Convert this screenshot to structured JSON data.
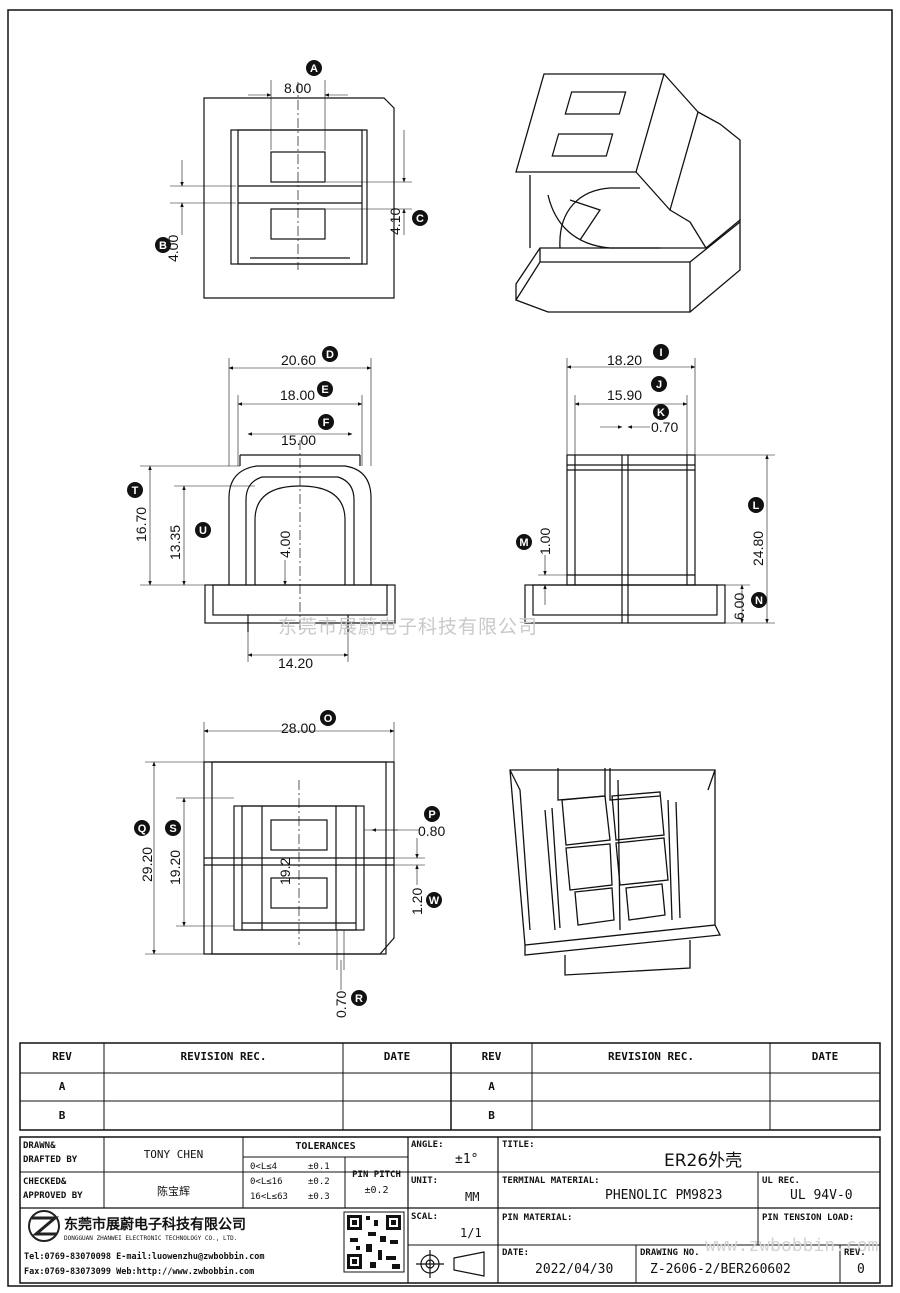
{
  "dims": {
    "A": {
      "id": "A",
      "value": "8.00"
    },
    "B": {
      "id": "B",
      "value": "4.00"
    },
    "C": {
      "id": "C",
      "value": "4.10"
    },
    "D": {
      "id": "D",
      "value": "20.60"
    },
    "E": {
      "id": "E",
      "value": "18.00"
    },
    "F": {
      "id": "F",
      "value": "15.00"
    },
    "T": {
      "id": "T",
      "value": "16.70"
    },
    "U": {
      "id": "U",
      "value": "13.35"
    },
    "center_h": {
      "value": "4.00"
    },
    "bottom_w": {
      "value": "14.20"
    },
    "I": {
      "id": "I",
      "value": "18.20"
    },
    "J": {
      "id": "J",
      "value": "15.90"
    },
    "K": {
      "id": "K",
      "value": "0.70"
    },
    "L": {
      "id": "L",
      "value": "24.80"
    },
    "M": {
      "id": "M",
      "value": "1.00"
    },
    "N": {
      "id": "N",
      "value": "6.00"
    },
    "O": {
      "id": "O",
      "value": "28.00"
    },
    "P": {
      "id": "P",
      "value": "0.80"
    },
    "Q": {
      "id": "Q",
      "value": "29.20"
    },
    "S": {
      "id": "S",
      "value": "19.20"
    },
    "inner": {
      "value": "19.2"
    },
    "W": {
      "id": "W",
      "value": "1.20"
    },
    "R": {
      "id": "R",
      "value": "0.70"
    }
  },
  "watermark": "东莞市展蔚电子科技有限公司",
  "watermark_url": "www.zwbobbin.com",
  "revision_table": {
    "rev_header": "REV",
    "revision_header": "REVISION REC.",
    "date_header": "DATE",
    "rows": [
      "A",
      "B"
    ]
  },
  "title_block": {
    "drawn_label": "DRAWN&",
    "drafted_label": "DRAFTED BY",
    "drawn_by": "TONY CHEN",
    "checked_label": "CHECKED&",
    "approved_label": "APPROVED BY",
    "approved_by": "陈宝辉",
    "tolerances_label": "TOLERANCES",
    "tol_rows": [
      {
        "range": "0<L≤4",
        "tol": "±0.1"
      },
      {
        "range": "0<L≤16",
        "tol": "±0.2"
      },
      {
        "range": "16<L≤63",
        "tol": "±0.3"
      }
    ],
    "pin_pitch_label": "PIN PITCH",
    "pin_pitch_value": "±0.2",
    "angle_label": "ANGLE:",
    "angle_value": "±1°",
    "unit_label": "UNIT:",
    "unit_value": "MM",
    "scale_label": "SCAL:",
    "scale_value": "1/1",
    "title_label": "TITLE:",
    "title_value": "ER26外壳",
    "terminal_label": "TERMINAL MATERIAL:",
    "terminal_value": "PHENOLIC PM9823",
    "ul_label": "UL REC.",
    "ul_value": "UL 94V-0",
    "pin_material_label": "PIN MATERIAL:",
    "pin_tension_label": "PIN TENSION LOAD:",
    "date_label": "DATE:",
    "date_value": "2022/04/30",
    "drawing_no_label": "DRAWING NO.",
    "drawing_no_value": "Z-2606-2/BER260602",
    "rev_label": "REV.",
    "rev_value": "0",
    "company_cn": "东莞市展蔚电子科技有限公司",
    "company_en": "DONGGUAN ZHANWEI ELECTRONIC TECHNOLOGY CO., LTD.",
    "contact1": "Tel:0769-83070098 E-mail:luowenzhu@zwbobbin.com",
    "contact2": "Fax:0769-83073099    Web:http://www.zwbobbin.com"
  }
}
